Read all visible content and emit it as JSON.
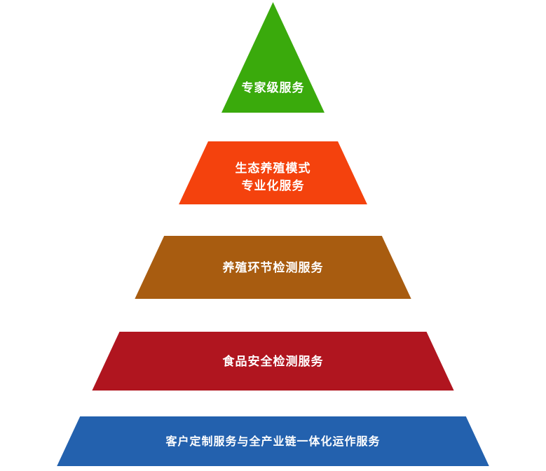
{
  "page": {
    "background_color": "#ffffff",
    "text_color": "#ffffff"
  },
  "pyramid": {
    "type": "pyramid",
    "level_count": 5,
    "text_color": "#ffffff",
    "levels": [
      {
        "name": "expert-service",
        "rank": 1,
        "color": "#3aaa0c",
        "shape": "triangle",
        "lines": [
          "专家级服务"
        ]
      },
      {
        "name": "eco-breeding-professional-service",
        "rank": 2,
        "color": "#f4420d",
        "shape": "trapezoid",
        "lines": [
          "生态养殖模式",
          "专业化服务"
        ]
      },
      {
        "name": "breeding-process-testing-service",
        "rank": 3,
        "color": "#a85c10",
        "shape": "trapezoid",
        "lines": [
          "养殖环节检测服务"
        ]
      },
      {
        "name": "food-safety-testing-service",
        "rank": 4,
        "color": "#b0151f",
        "shape": "trapezoid",
        "lines": [
          "食品安全检测服务"
        ]
      },
      {
        "name": "custom-full-industry-chain-service",
        "rank": 5,
        "color": "#2361ae",
        "shape": "trapezoid",
        "lines": [
          "客户定制服务与全产业链一体化运作服务"
        ]
      }
    ]
  }
}
